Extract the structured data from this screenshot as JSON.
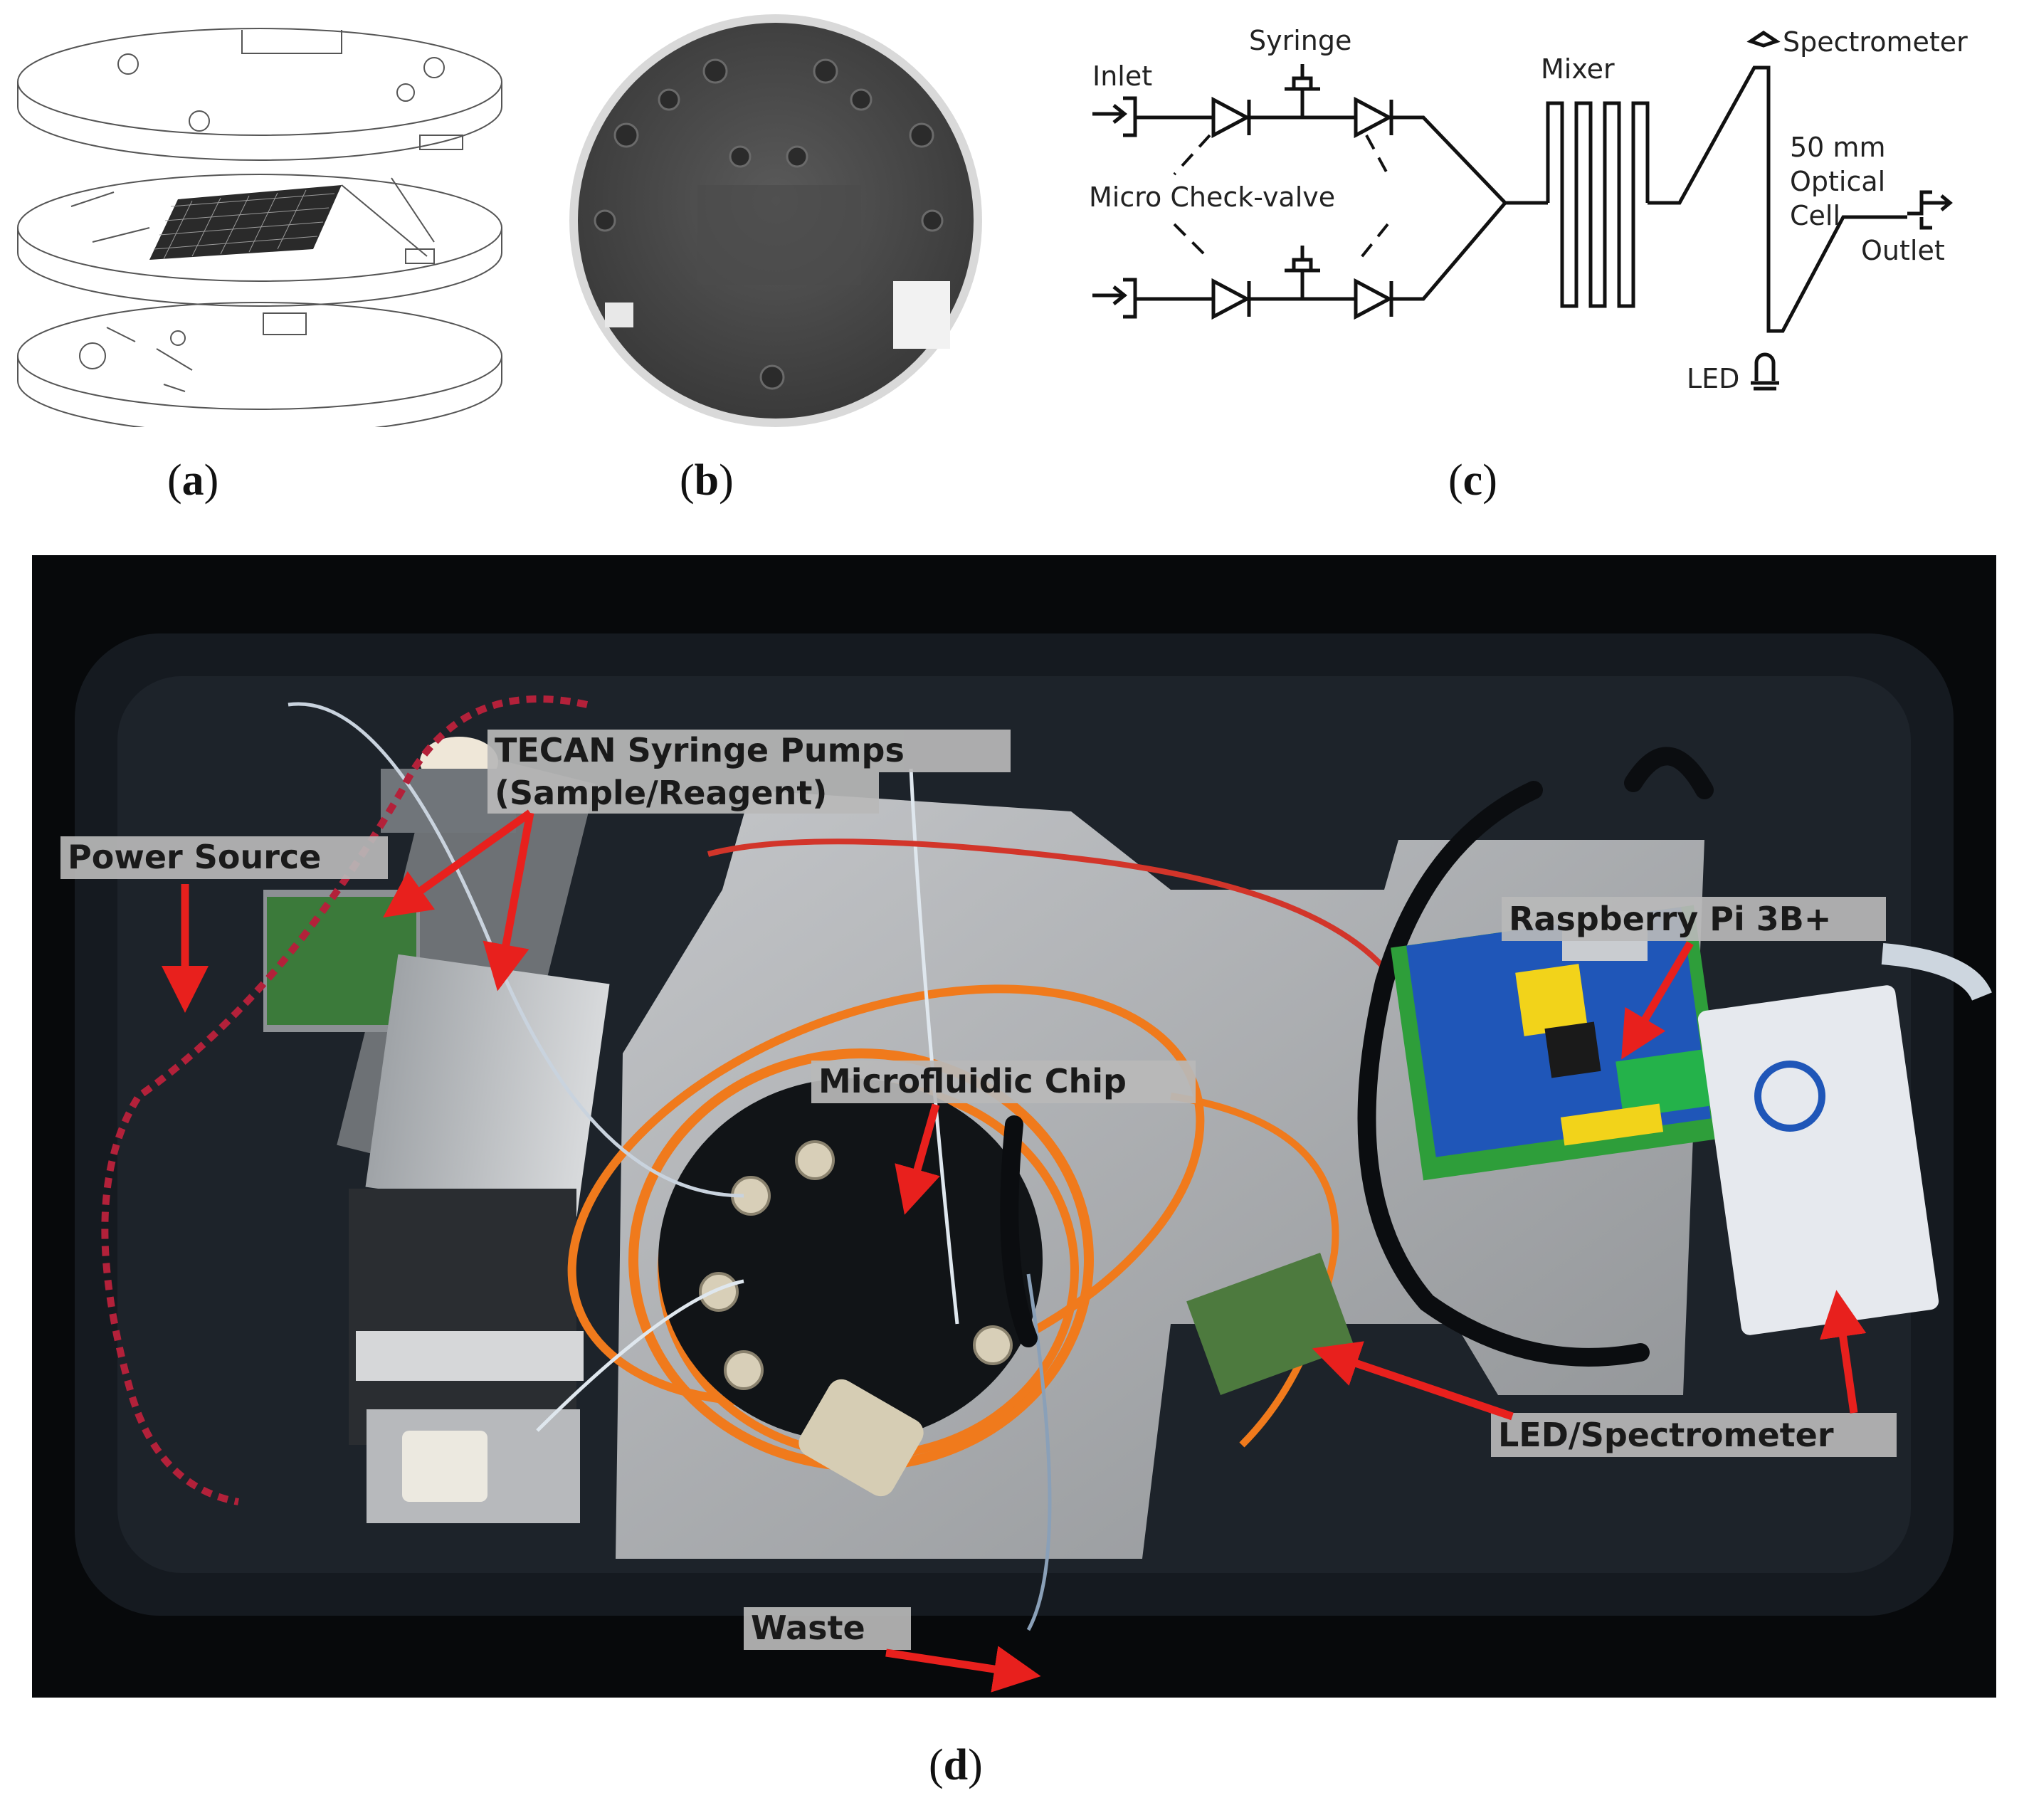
{
  "captions": {
    "a": "a",
    "b": "b",
    "c": "c",
    "d": "d"
  },
  "schematic": {
    "inlet": "Inlet",
    "syringe": "Syringe",
    "check_valve": "Micro Check-valve",
    "mixer": "Mixer",
    "spectrometer": "Spectrometer",
    "cell_line1": "50 mm",
    "cell_line2": "Optical",
    "cell_line3": "Cell",
    "outlet": "Outlet",
    "led": "LED"
  },
  "photo_labels": {
    "pumps_line1": "TECAN Syringe Pumps",
    "pumps_line2": "(Sample/Reagent)",
    "power": "Power Source",
    "chip": "Microfluidic Chip",
    "raspberry": "Raspberry Pi 3B+",
    "led_spec": "LED/Spectrometer",
    "waste": "Waste"
  },
  "colors": {
    "arrow": "#e8201d",
    "label_bg": "#b9b9b9",
    "orange_fiber": "#f07a1c",
    "pcb_blue": "#1f56b8",
    "pcb_green": "#2e9e3a",
    "plate": "#aeb0b3",
    "case": "#0d0f12"
  }
}
